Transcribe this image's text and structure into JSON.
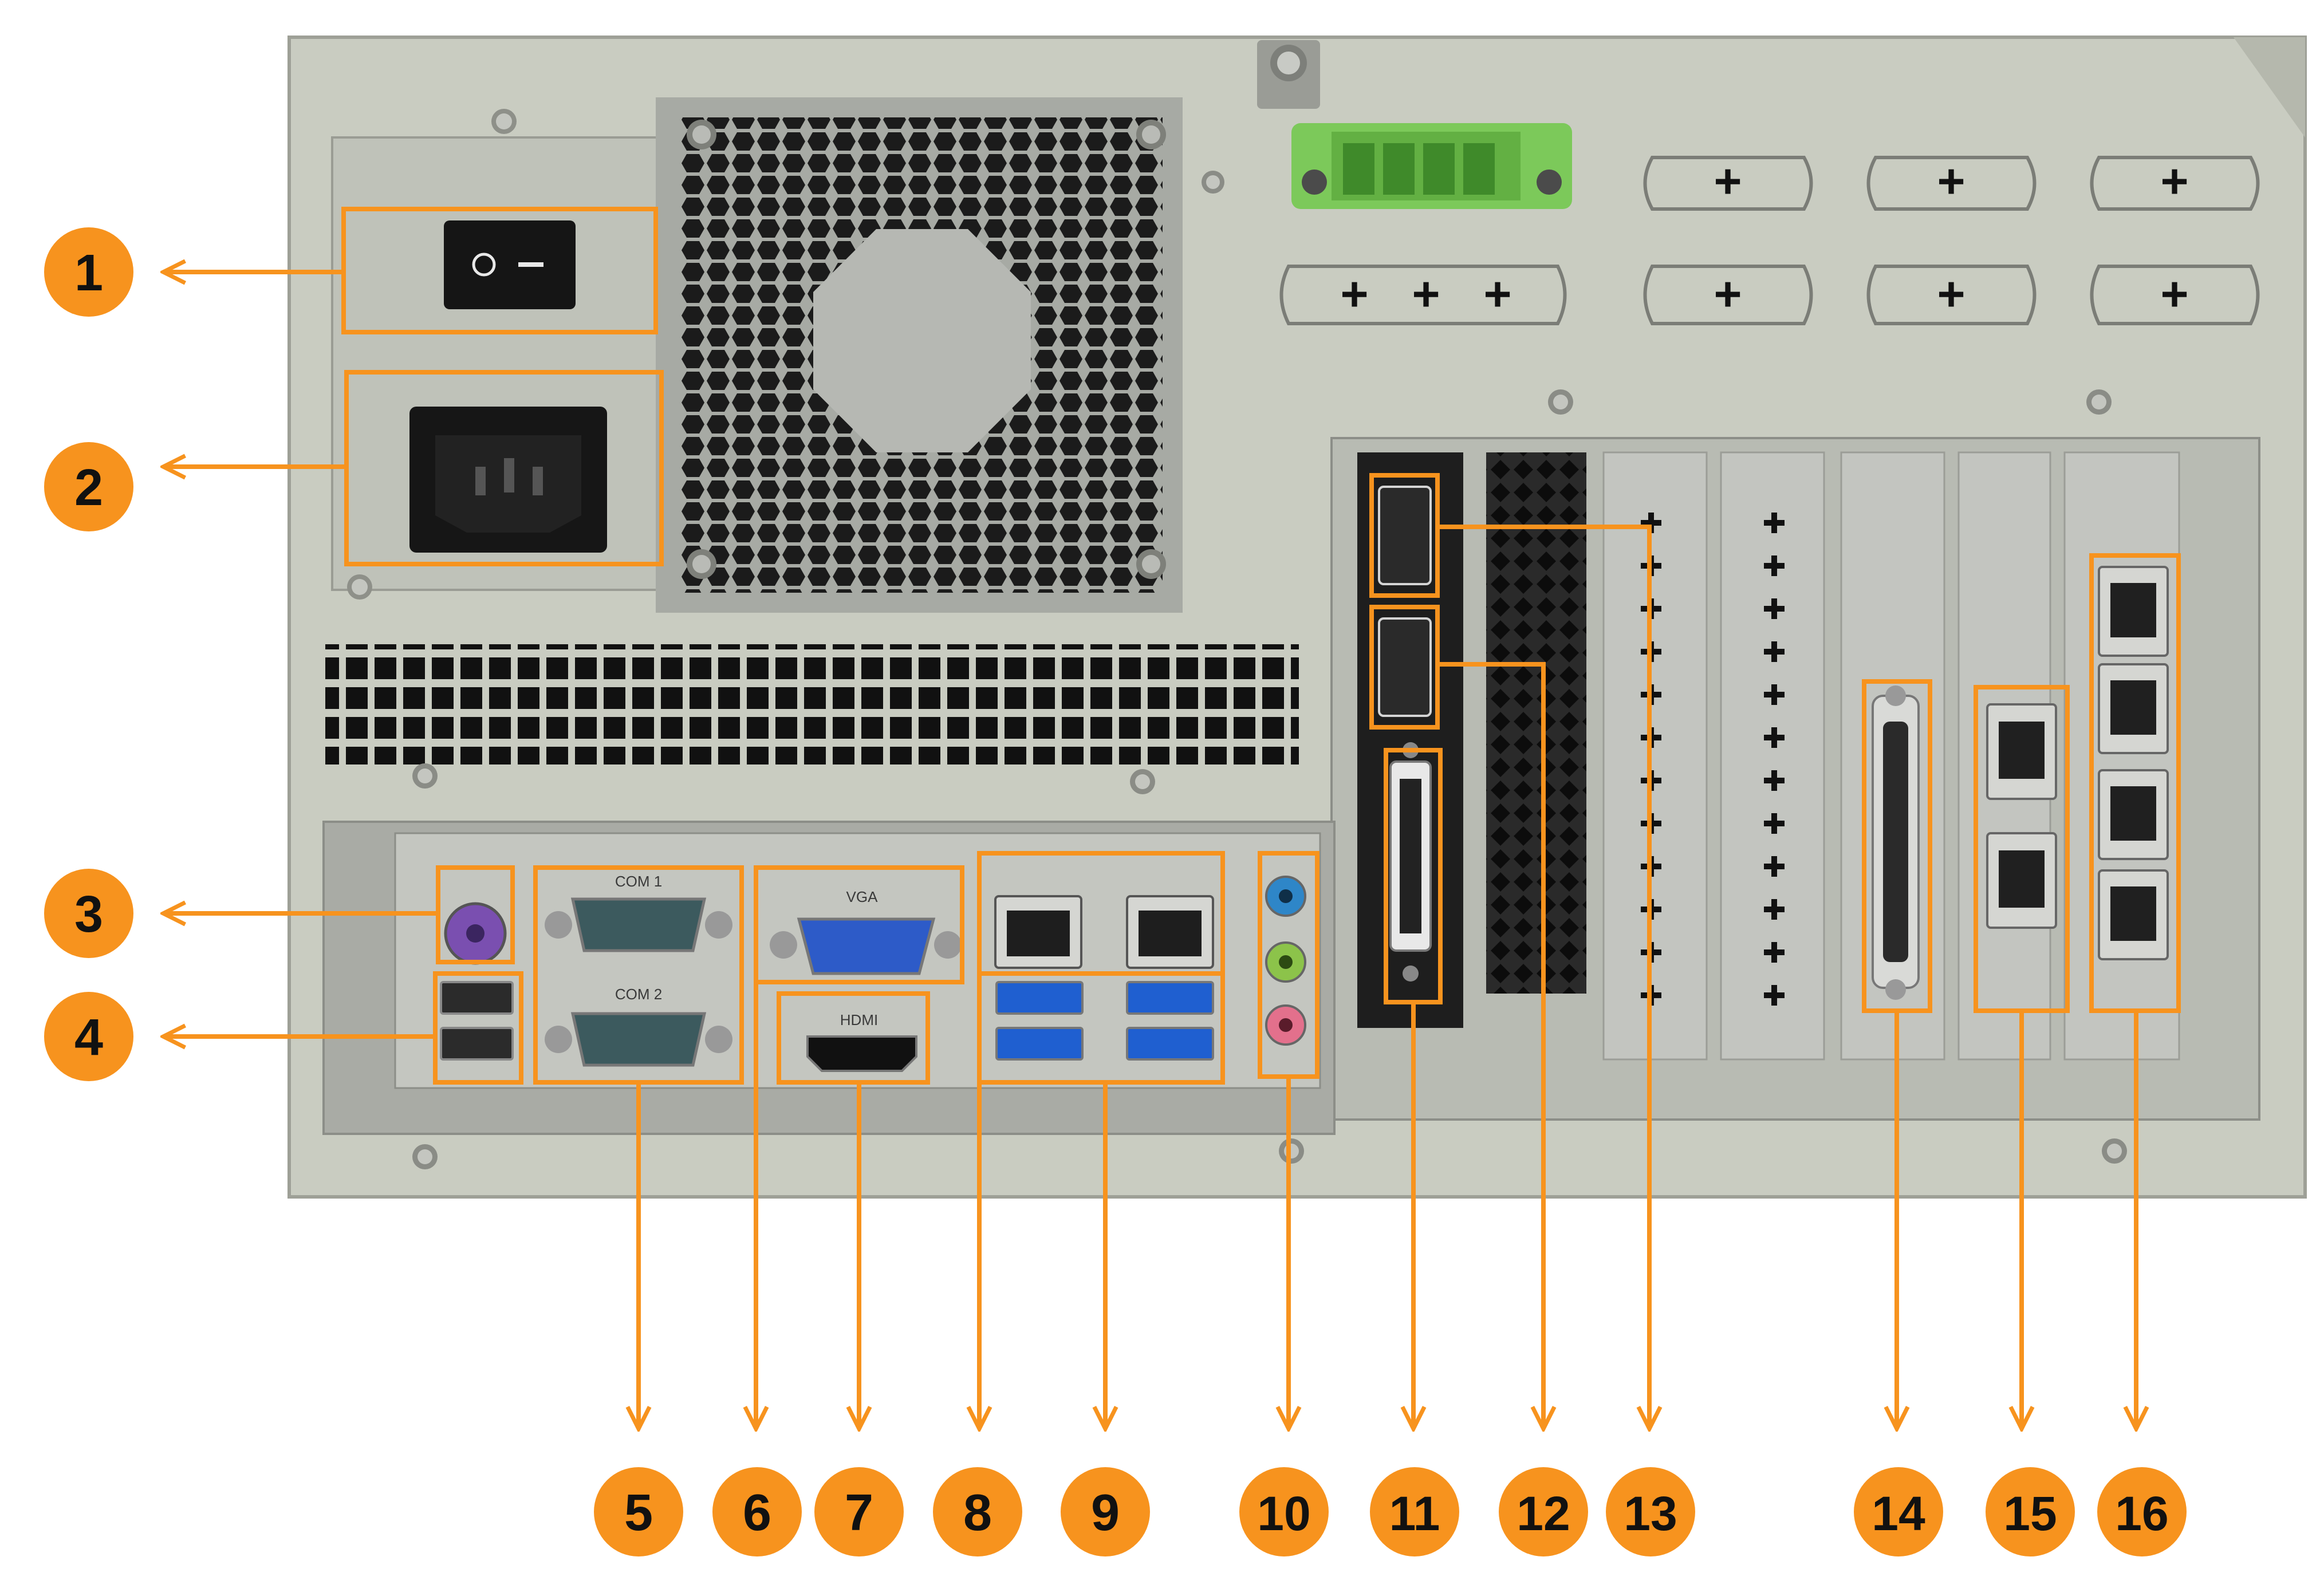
{
  "colors": {
    "accent": "#F7931E",
    "chassis": "#C9CCC1",
    "io_plate": "#BDBFB8",
    "terminal_green": "#7CC95A",
    "vga_blue": "#2D5BC8",
    "usb3_blue": "#1F5FD0",
    "ps2_purple": "#7A4FB0",
    "audio_line_in": "#2E86C8",
    "audio_line_out": "#8CC34A",
    "audio_mic": "#E3708C"
  },
  "io_labels": {
    "com1": "COM 1",
    "com2": "COM 2",
    "vga": "VGA",
    "hdmi": "HDMI"
  },
  "callouts": {
    "left": [
      "1",
      "2",
      "3",
      "4"
    ],
    "bottom": [
      "5",
      "6",
      "7",
      "8",
      "9",
      "10",
      "11",
      "12",
      "13",
      "14",
      "15",
      "16"
    ]
  },
  "icons": [
    "power-switch-icon",
    "ac-inlet-icon",
    "fan-grille-icon",
    "ps2-port-icon",
    "usb2-port-icon",
    "serial-port-icon",
    "vga-port-icon",
    "hdmi-port-icon",
    "lan-port-icon",
    "usb3-port-icon",
    "audio-jack-icon",
    "displayport-icon",
    "dvi-port-icon",
    "db44-port-icon",
    "rj45-port-icon",
    "terminal-block-icon"
  ]
}
